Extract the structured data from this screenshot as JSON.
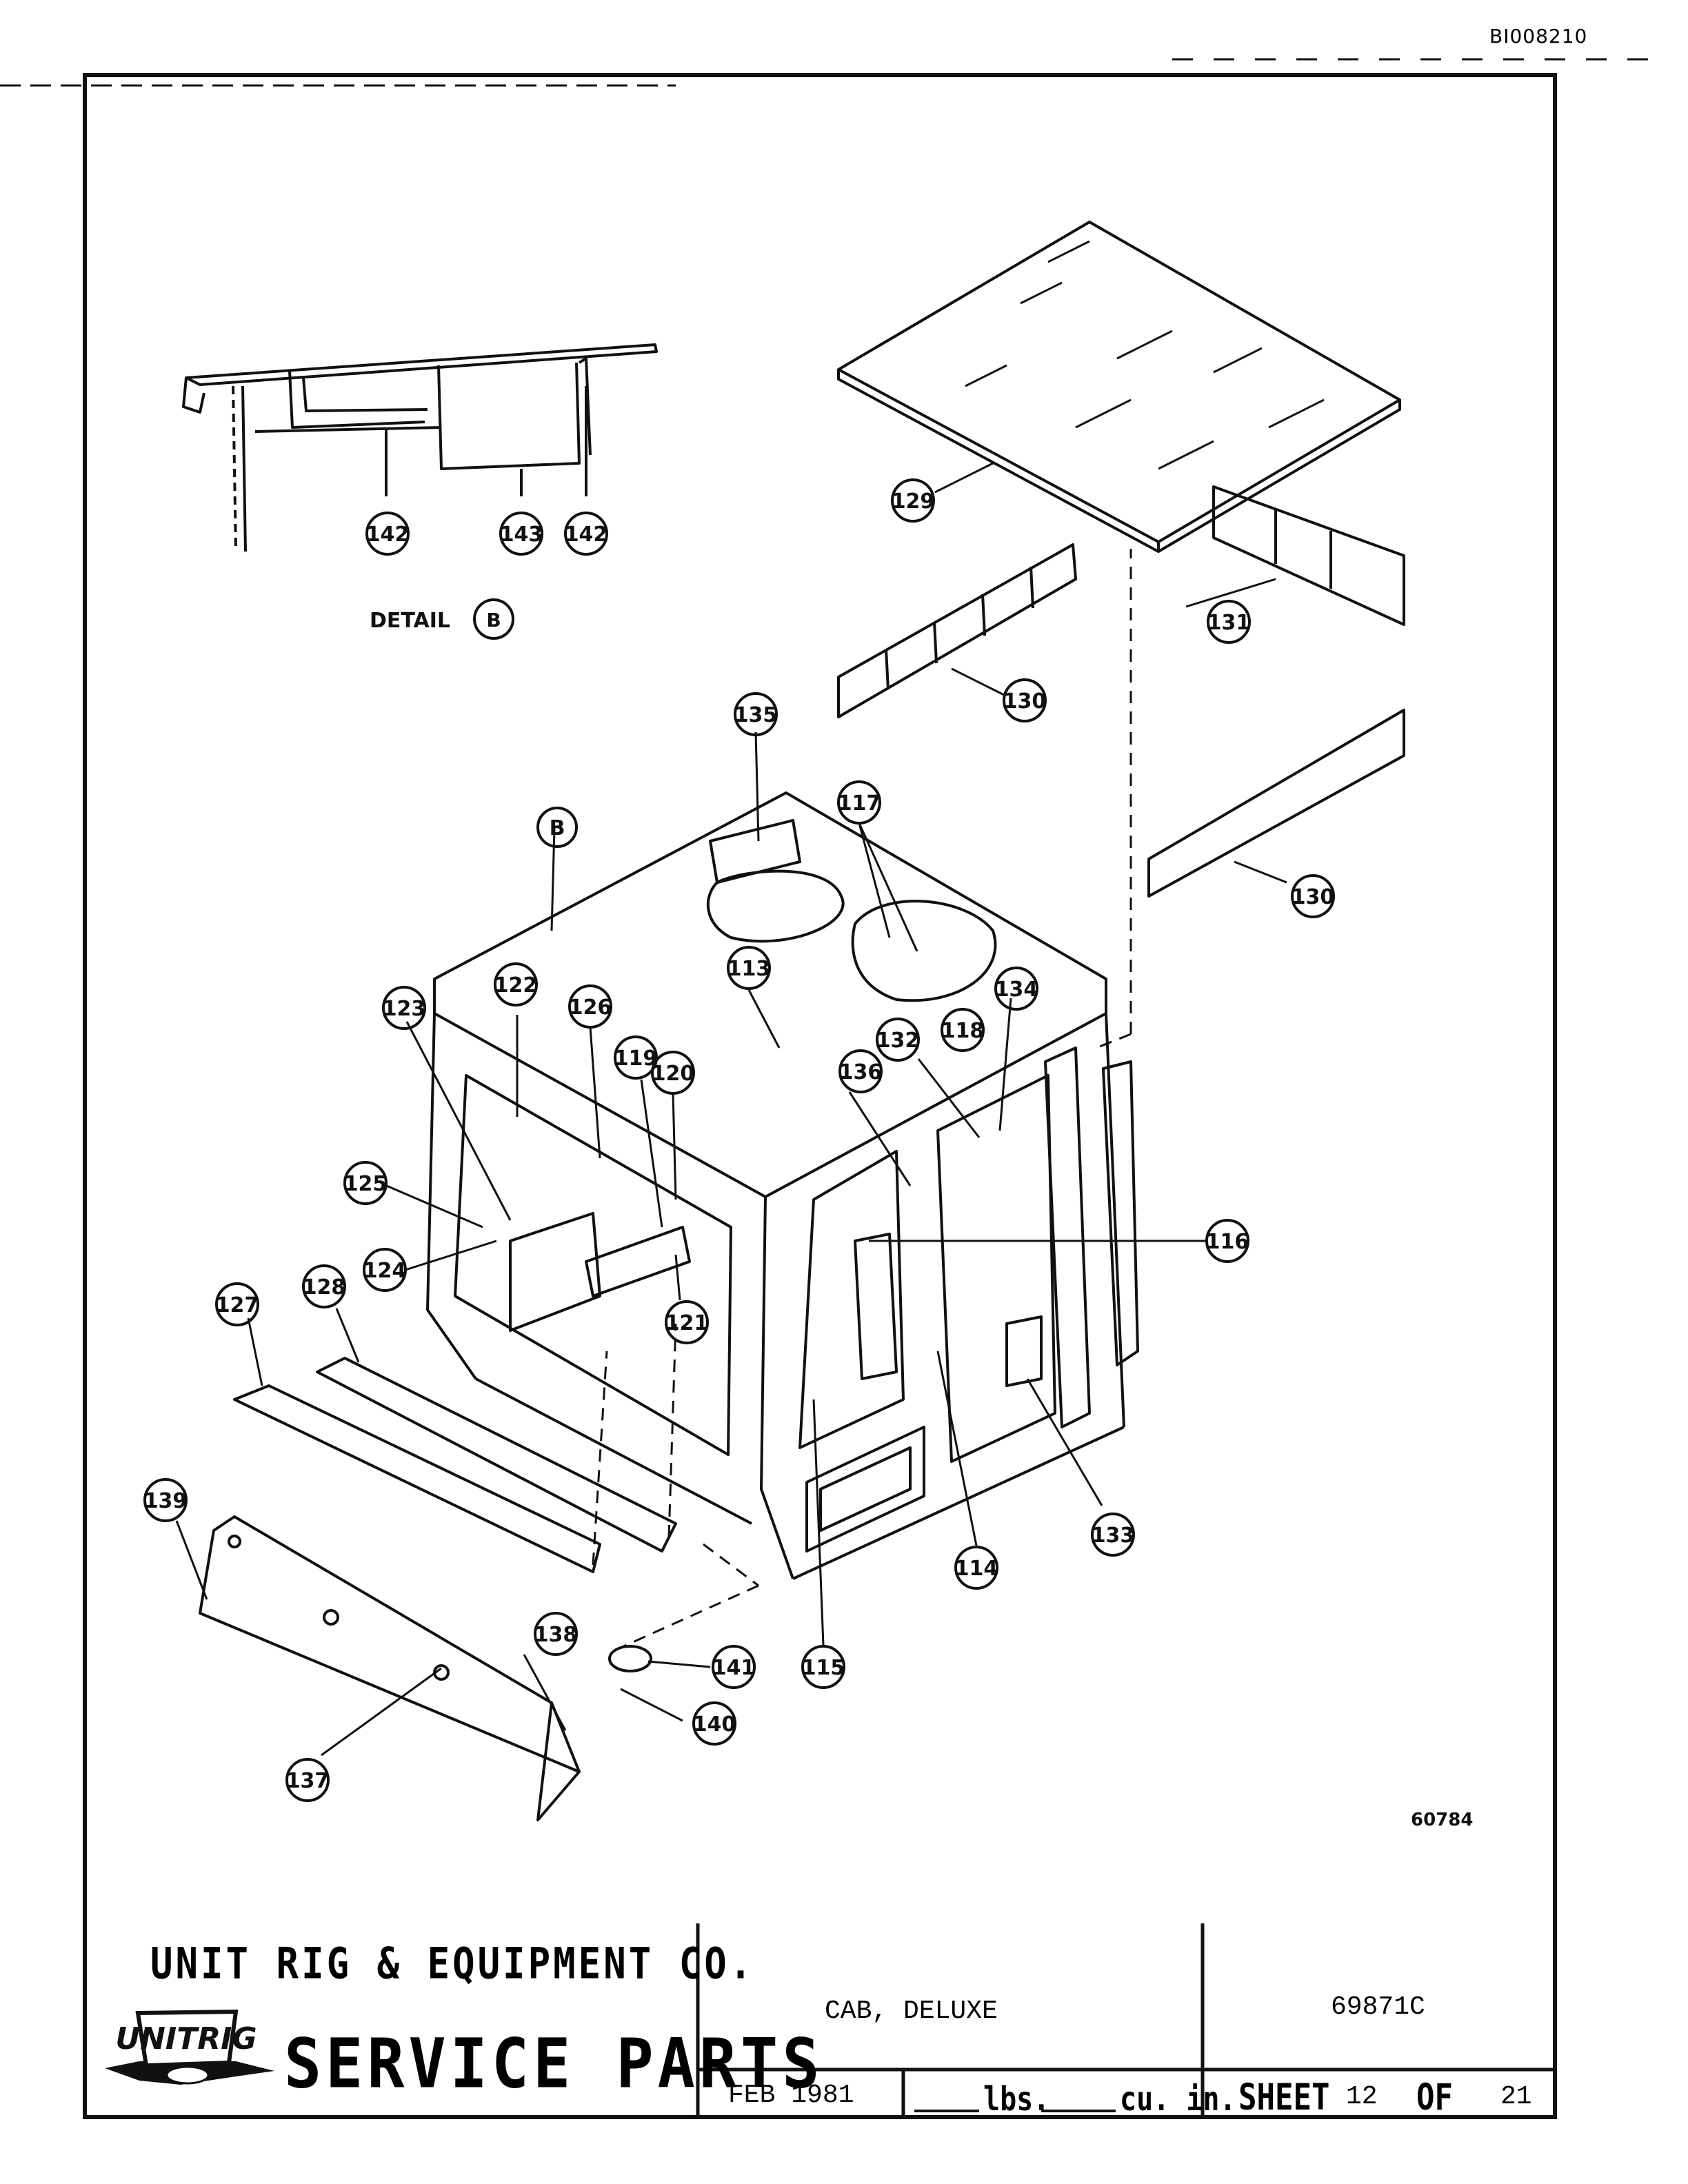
{
  "document_id": "BI008210",
  "drawing_number": "60784",
  "detail_label": "DETAIL",
  "detail_ref": "B",
  "part_callouts": [
    "113",
    "114",
    "115",
    "116",
    "117",
    "118",
    "119",
    "120",
    "121",
    "122",
    "123",
    "124",
    "125",
    "126",
    "127",
    "128",
    "129",
    "130",
    "130",
    "131",
    "132",
    "133",
    "134",
    "135",
    "136",
    "137",
    "138",
    "139",
    "140",
    "141",
    "142",
    "143",
    "142"
  ],
  "title_block": {
    "company": "UNIT RIG & EQUIPMENT CO.",
    "logo_text": "UNITRIG",
    "service_label": "SERVICE PARTS",
    "description": "CAB, DELUXE",
    "part_number": "69871C",
    "date": "FEB 1981",
    "weight_label": "lbs.",
    "volume_label": "cu. in.",
    "sheet_label": "SHEET",
    "sheet_number": "12",
    "of_label": "OF",
    "sheet_total": "21"
  }
}
